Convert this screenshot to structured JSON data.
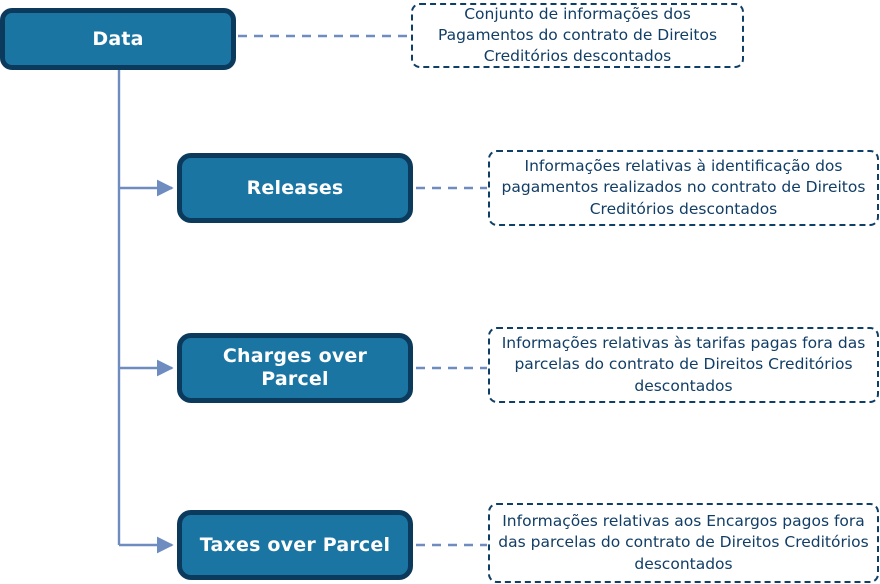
{
  "diagram": {
    "type": "hierarchy-tree",
    "orientation": "left-to-right",
    "colors": {
      "node_fill": "#1b75a3",
      "node_border": "#0b3a5c",
      "node_text": "#ffffff",
      "note_border": "#0f3f66",
      "note_text": "#123e66",
      "connector": "#6f8cc0",
      "background": "#ffffff"
    },
    "root": {
      "label": "Data",
      "note": "Conjunto de informações dos Pagamentos do contrato de Direitos Creditórios descontados"
    },
    "children": [
      {
        "label": "Releases",
        "note": "Informações relativas à identificação dos pagamentos realizados no contrato de Direitos Creditórios descontados"
      },
      {
        "label": "Charges over Parcel",
        "note": "Informações relativas às tarifas pagas fora das parcelas do contrato de Direitos Creditórios descontados"
      },
      {
        "label": "Taxes over Parcel",
        "note": "Informações relativas aos Encargos pagos fora das parcelas do contrato de Direitos Creditórios descontados"
      }
    ]
  }
}
